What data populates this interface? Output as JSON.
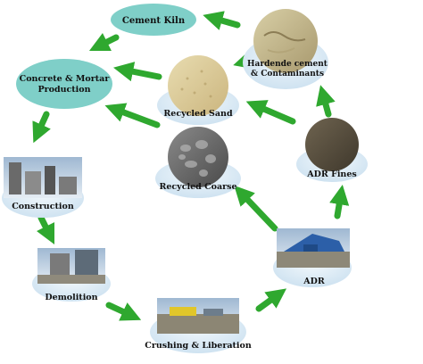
{
  "diagram": {
    "nodes": {
      "cement_kiln": "Cement Kiln",
      "concrete_line1": "Concrete & Mortar",
      "concrete_line2": "Production",
      "hardened_line1": "Hardende cement",
      "hardened_line2": "& Contaminants",
      "recycled_sand": "Recycled Sand",
      "recycled_coarse": "Recycled Coarse",
      "adr_fines": "ADR Fines",
      "construction": "Construction",
      "demolition": "Demolition",
      "adr": "ADR",
      "crushing": "Crushing & Liberation"
    },
    "colors": {
      "oval_fill": "#7fcfc8",
      "arrow_green": "#2fa82f",
      "ellipse_fill": "#d6e9f5"
    }
  }
}
